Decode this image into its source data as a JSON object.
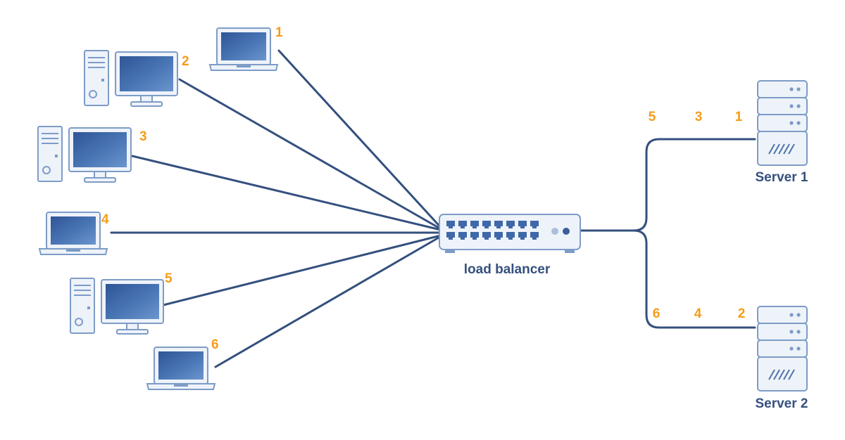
{
  "clients": [
    {
      "id": "1",
      "device": "laptop"
    },
    {
      "id": "2",
      "device": "desktop"
    },
    {
      "id": "3",
      "device": "desktop"
    },
    {
      "id": "4",
      "device": "laptop"
    },
    {
      "id": "5",
      "device": "desktop"
    },
    {
      "id": "6",
      "device": "laptop"
    }
  ],
  "load_balancer": {
    "label": "load balancer",
    "icon": "network-switch-icon"
  },
  "servers": [
    {
      "label": "Server 1",
      "requests": [
        "5",
        "3",
        "1"
      ],
      "icon": "server-icon"
    },
    {
      "label": "Server 2",
      "requests": [
        "6",
        "4",
        "2"
      ],
      "icon": "server-icon"
    }
  ],
  "colors": {
    "line": "#34507e",
    "accent": "#f59c1a",
    "device_outline": "#7d9cc6",
    "device_fill": "#eef3fa",
    "screen": "#3f68a8"
  }
}
